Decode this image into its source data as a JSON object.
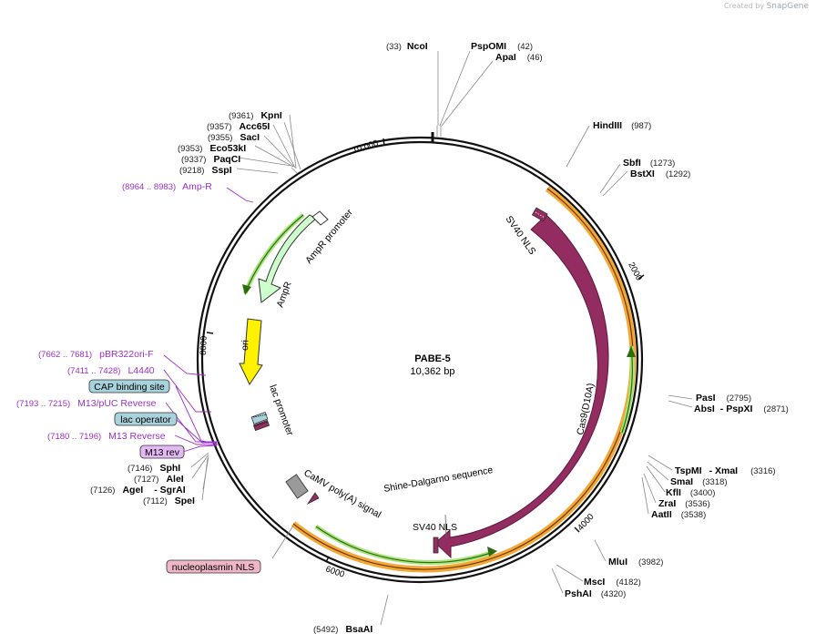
{
  "credit": {
    "prefix": "Created by",
    "brand": "SnapGene"
  },
  "plasmid": {
    "name": "PABE-5",
    "size_label": "10,362 bp",
    "length": 10362
  },
  "tick_marks": [
    {
      "label": "10,000",
      "pos": 10000
    },
    {
      "label": "2000",
      "pos": 2000
    },
    {
      "label": "4000",
      "pos": 4000
    },
    {
      "label": "6000",
      "pos": 6000
    },
    {
      "label": "8000",
      "pos": 8000
    }
  ],
  "restriction_sites": [
    {
      "name": "NcoI",
      "pos_label": "(33)"
    },
    {
      "name": "PspOMI",
      "pos_label": "(42)"
    },
    {
      "name": "ApaI",
      "pos_label": "(46)"
    },
    {
      "name": "HindIII",
      "pos_label": "(987)"
    },
    {
      "name": "SbfI",
      "pos_label": "(1273)"
    },
    {
      "name": "BstXI",
      "pos_label": "(1292)"
    },
    {
      "name": "PasI",
      "pos_label": "(2795)"
    },
    {
      "name": "AbsI",
      "pos_label": "(2871)",
      "alt": "PspXI"
    },
    {
      "name": "TspMI",
      "pos_label": "(3316)",
      "alt": "XmaI"
    },
    {
      "name": "SmaI",
      "pos_label": "(3318)"
    },
    {
      "name": "KflI",
      "pos_label": "(3400)"
    },
    {
      "name": "ZraI",
      "pos_label": "(3536)"
    },
    {
      "name": "AatII",
      "pos_label": "(3538)"
    },
    {
      "name": "MluI",
      "pos_label": "(3982)"
    },
    {
      "name": "MscI",
      "pos_label": "(4182)"
    },
    {
      "name": "PshAI",
      "pos_label": "(4320)"
    },
    {
      "name": "BsaAI",
      "pos_label": "(5492)"
    },
    {
      "name": "SpeI",
      "pos_label": "(7112)"
    },
    {
      "name": "AgeI",
      "pos_label": "(7126)",
      "alt": "SgrAI"
    },
    {
      "name": "AleI",
      "pos_label": "(7127)"
    },
    {
      "name": "SphI",
      "pos_label": "(7146)"
    },
    {
      "name": "SspI",
      "pos_label": "(9218)"
    },
    {
      "name": "PaqCI",
      "pos_label": "(9337)"
    },
    {
      "name": "Eco53kI",
      "pos_label": "(9353)"
    },
    {
      "name": "SacI",
      "pos_label": "(9355)"
    },
    {
      "name": "Acc65I",
      "pos_label": "(9357)"
    },
    {
      "name": "KpnI",
      "pos_label": "(9361)"
    }
  ],
  "primers": [
    {
      "name": "Amp-R",
      "range": "(8964 .. 8983)"
    },
    {
      "name": "pBR322ori-F",
      "range": "(7662 .. 7681)"
    },
    {
      "name": "L4440",
      "range": "(7411 .. 7428)"
    },
    {
      "name": "M13/pUC Reverse",
      "range": "(7193 .. 7215)"
    },
    {
      "name": "M13 Reverse",
      "range": "(7180 .. 7196)"
    }
  ],
  "boxed_features": [
    {
      "name": "CAP binding site",
      "color": "#a9d3dc"
    },
    {
      "name": "lac operator",
      "color": "#a9d3dc"
    },
    {
      "name": "M13 rev",
      "color": "#e2b9f2"
    },
    {
      "name": "nucleoplasmin NLS",
      "color": "#eeb6c6"
    }
  ],
  "features": [
    {
      "name": "SV40 NLS",
      "kind": "nls"
    },
    {
      "name": "Cas9(D10A)",
      "kind": "cds",
      "color": "#932c61"
    },
    {
      "name": "Shine-Dalgarno sequence",
      "kind": "misc"
    },
    {
      "name": "SV40 NLS",
      "kind": "nls"
    },
    {
      "name": "CaMV poly(A) signal",
      "kind": "terminator"
    },
    {
      "name": "lac promoter",
      "kind": "promoter"
    },
    {
      "name": "ori",
      "kind": "origin",
      "color": "#fff200"
    },
    {
      "name": "AmpR",
      "kind": "cds",
      "color": "#ccffcc"
    },
    {
      "name": "AmpR promoter",
      "kind": "promoter"
    }
  ],
  "colors": {
    "backbone": "#111111",
    "cas9": "#932c61",
    "orange_band": "#f4a736",
    "green_band": "#7cd13a",
    "ori": "#fff200",
    "ampr": "#ccffcc",
    "primer": "#9b30c7"
  }
}
